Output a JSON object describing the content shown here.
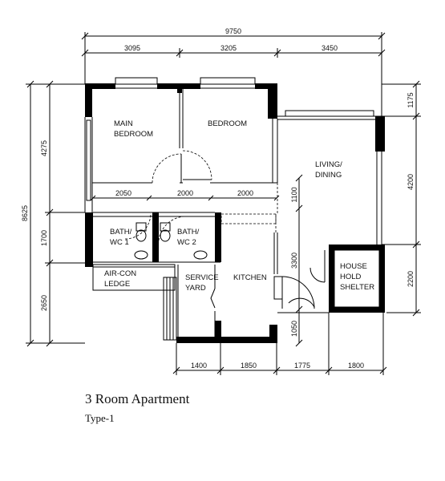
{
  "dimensions": {
    "top_total": "9750",
    "top_segments": [
      "3095",
      "3205",
      "3450"
    ],
    "left_total": "8625",
    "left_segments": [
      "4275",
      "1700",
      "2650"
    ],
    "right_segments": [
      "1175",
      "4200",
      "2200"
    ],
    "bottom_segments": [
      "1400",
      "1850",
      "1775",
      "1800"
    ],
    "interior_widths": [
      "2050",
      "2000",
      "2000"
    ],
    "interior_heights": [
      "1100",
      "3300",
      "1050"
    ]
  },
  "rooms": {
    "main_bedroom": [
      "MAIN",
      "BEDROOM"
    ],
    "bedroom": "BEDROOM",
    "living_dining": [
      "LIVING/",
      "DINING"
    ],
    "bath_wc1": [
      "BATH/",
      "WC  1"
    ],
    "bath_wc2": [
      "BATH/",
      "WC  2"
    ],
    "aircon_ledge": [
      "AIR-CON",
      "LEDGE"
    ],
    "service_yard": [
      "SERVICE",
      "YARD"
    ],
    "kitchen": "KITCHEN",
    "household_shelter": [
      "HOUSE",
      "HOLD",
      "SHELTER"
    ]
  },
  "caption": {
    "title": "3 Room Apartment",
    "subtitle": "Type-1"
  }
}
